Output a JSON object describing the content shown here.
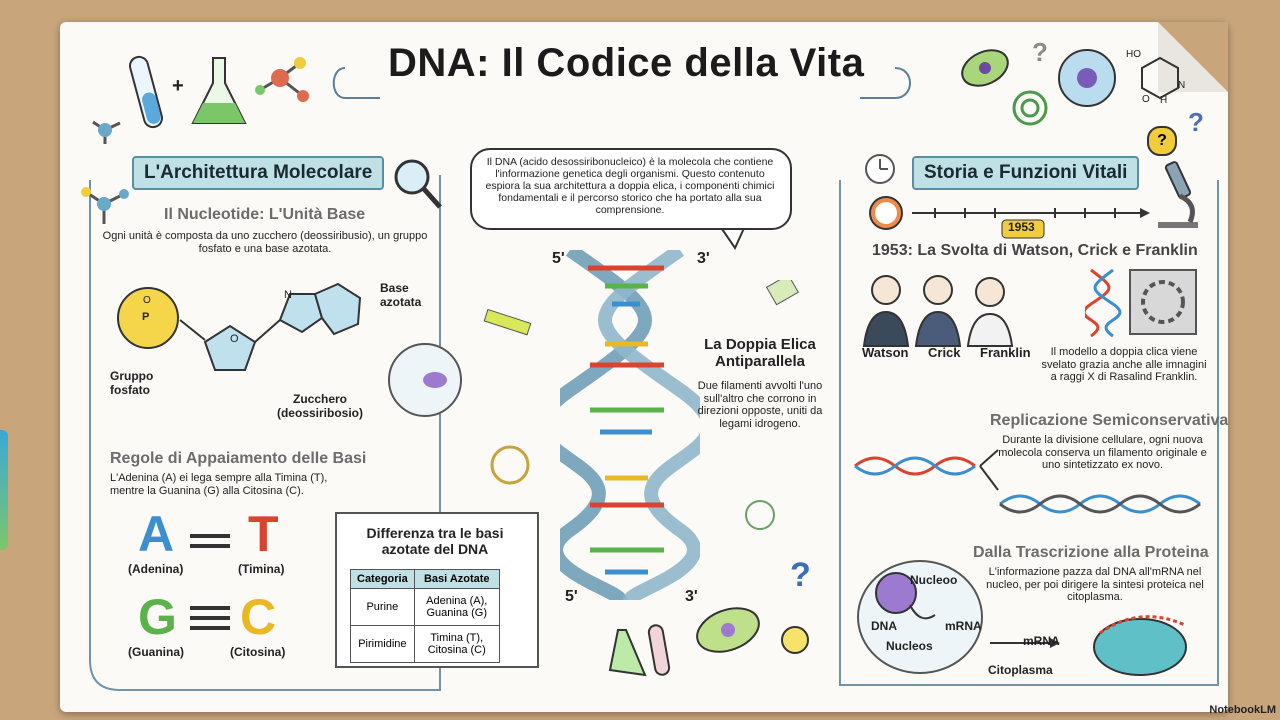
{
  "title": "DNA: Il Codice della Vita",
  "left": {
    "section_title": "L'Architettura Molecolare",
    "nucleotide_title": "Il Nucleotide: L'Unità Base",
    "nucleotide_text": "Ogni unità è composta da uno zucchero (deossiribusio), un gruppo fosfato e una base azotata.",
    "label_base": "Base azotata",
    "label_phosphate": "Gruppo fosfato",
    "label_sugar": "Zucchero (deossiribosio)",
    "pairing_title": "Regole di Appaiamento delle Basi",
    "pairing_text": "L'Adenina (A) ei lega sempre alla Timina (T), mentre la Guanina (G) alla Citosina (C).",
    "letters": [
      {
        "letter": "A",
        "name": "(Adenina)",
        "color": "#3b8fd0"
      },
      {
        "letter": "T",
        "name": "(Timina)",
        "color": "#d9432f"
      },
      {
        "letter": "G",
        "name": "(Guanina)",
        "color": "#5ab34a"
      },
      {
        "letter": "C",
        "name": "(Citosina)",
        "color": "#e8b923"
      }
    ],
    "phosphate_atoms": {
      "p": "P",
      "o": "O"
    },
    "ring_atoms": {
      "n": "N",
      "o": "O"
    }
  },
  "table": {
    "title": "Differenza tra le basi azotate del DNA",
    "headers": [
      "Categoria",
      "Basi Azotate"
    ],
    "rows": [
      [
        "Purine",
        "Adenina (A), Guanina (G)"
      ],
      [
        "Pirimidine",
        "Timina (T), Citosina (C)"
      ]
    ]
  },
  "center": {
    "intro": "Il DNA (acido desossiribonucleico) è la molecola che contiene l'informazione genetica degli organismi. Questo contenuto espiora la sua architettura a doppia elica, i componenti chimici fondamentali e il percorso storico che ha portato alla sua comprensione.",
    "end_5_top": "5'",
    "end_3_top": "3'",
    "end_5_bottom": "5'",
    "end_3_bottom": "3'",
    "helix_title": "La Doppia Elica Antiparallela",
    "helix_text": "Due filamenti avvolti l'uno sull'altro che corrono in direzioni opposte, uniti da legami idrogeno."
  },
  "right": {
    "section_title": "Storia e Funzioni Vitali",
    "year": "1953",
    "discovery_title": "1953: La Svolta di Watson, Crick e Franklin",
    "people": [
      "Watson",
      "Crick",
      "Franklin"
    ],
    "discovery_text": "Il modello a doppia clica viene svelato grazia anche alle imnagini a raggi X di Rasalind Franklin.",
    "replication_title": "Replicazione Semiconservativa",
    "replication_text": "Durante la divisione cellulare, ogni nuova molecola conserva un filamento originale e uno sintetizzato ex novo.",
    "transcription_title": "Dalla Trascrizione alla Proteina",
    "transcription_text": "L'informazione pazza dal DNA all'mRNA nel nucleo, per poi dirigere la sintesi proteica nel citoplasma.",
    "label_nucleus": "Nucleoo",
    "label_dna": "DNA",
    "label_mrna_in": "mRNA",
    "label_nucleos": "Nucleos",
    "label_mrna_out": "mRNA",
    "label_cyto": "Citoplasma"
  },
  "deco": {
    "question": "?",
    "plus": "+",
    "mol_ho": "HO",
    "mol_o": "O",
    "mol_n": "N",
    "mol_h": "H"
  },
  "branding": "NotebookLM",
  "colors": {
    "pill_bg": "#bfe1e6",
    "strand": "#6f9fb8",
    "accent_yellow": "#f1cd3c"
  }
}
